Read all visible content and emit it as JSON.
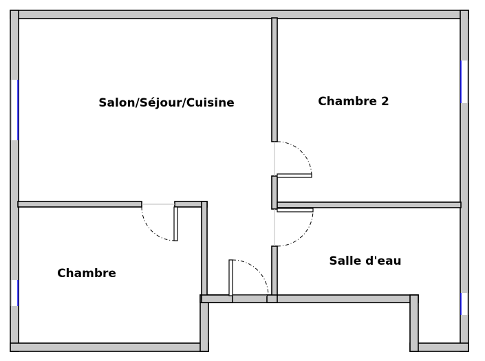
{
  "rooms": [
    {
      "id": "living",
      "label": "Salon/Séjour/Cuisine"
    },
    {
      "id": "bedroom2",
      "label": "Chambre 2"
    },
    {
      "id": "bedroom",
      "label": "Chambre"
    },
    {
      "id": "bathroom",
      "label": "Salle d'eau"
    }
  ],
  "colors": {
    "wall_fill": "#c8c8c8",
    "wall_outline": "#000000",
    "window_glass": "#1a1aff",
    "background": "#ffffff"
  }
}
